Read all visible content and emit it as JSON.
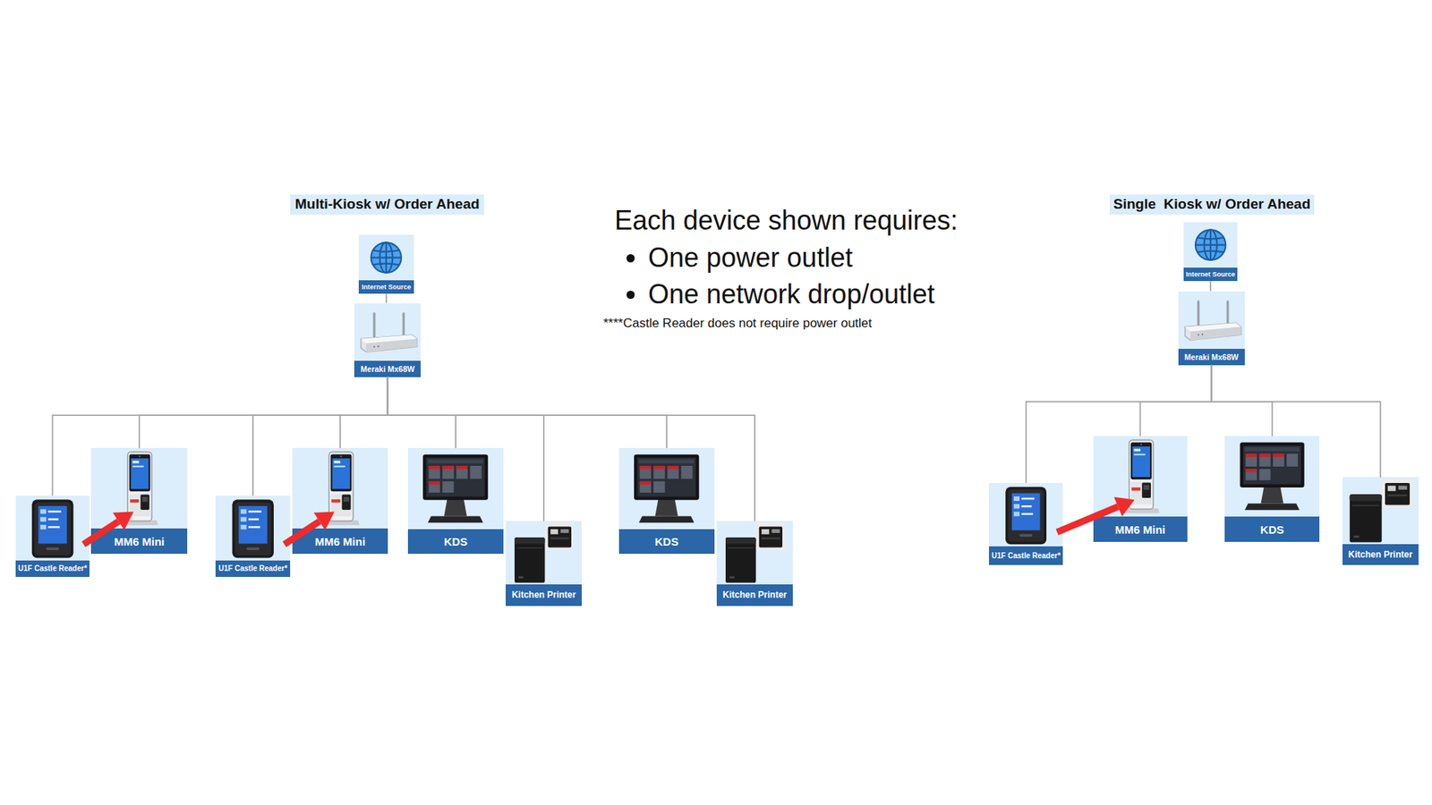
{
  "diagram": {
    "nodes": [
      {
        "text": [
          "Multi-Kiosk w/ Order Ahead"
        ]
      },
      {
        "text": [
          "Internet Source"
        ]
      },
      {
        "text": [
          "Meraki Mx68W"
        ]
      },
      {
        "text": [
          "U1F Castle Reader*"
        ]
      },
      {
        "text": [
          "MM6 Mini"
        ]
      },
      {
        "text": [
          "U1F Castle Reader*"
        ]
      },
      {
        "text": [
          "MM6 Mini"
        ]
      },
      {
        "text": [
          "KDS"
        ]
      },
      {
        "text": [
          "Kitchen Printer"
        ]
      },
      {
        "text": [
          "KDS"
        ]
      },
      {
        "text": [
          "Kitchen Printer"
        ]
      },
      {
        "text": [
          "Single  Kiosk w/ Order Ahead"
        ]
      },
      {
        "text": [
          "Internet Source"
        ]
      },
      {
        "text": [
          "Meraki Mx68W"
        ]
      },
      {
        "text": [
          "U1F Castle Reader*"
        ]
      },
      {
        "text": [
          "MM6 Mini"
        ]
      },
      {
        "text": [
          "KDS"
        ]
      },
      {
        "text": [
          "Kitchen Printer"
        ]
      }
    ],
    "edges": [
      {
        "from": 1,
        "to": 2,
        "arrow": "none"
      },
      {
        "from": 2,
        "to": 3,
        "arrow": "none"
      },
      {
        "from": 2,
        "to": 4,
        "arrow": "none"
      },
      {
        "from": 2,
        "to": 5,
        "arrow": "none"
      },
      {
        "from": 2,
        "to": 6,
        "arrow": "none"
      },
      {
        "from": 2,
        "to": 7,
        "arrow": "none"
      },
      {
        "from": 2,
        "to": 8,
        "arrow": "none"
      },
      {
        "from": 2,
        "to": 9,
        "arrow": "none"
      },
      {
        "from": 2,
        "to": 10,
        "arrow": "none"
      },
      {
        "from": 3,
        "to": 4,
        "arrow": "to"
      },
      {
        "from": 5,
        "to": 6,
        "arrow": "to"
      },
      {
        "from": 12,
        "to": 13,
        "arrow": "none"
      },
      {
        "from": 13,
        "to": 14,
        "arrow": "none"
      },
      {
        "from": 13,
        "to": 15,
        "arrow": "none"
      },
      {
        "from": 13,
        "to": 16,
        "arrow": "none"
      },
      {
        "from": 13,
        "to": 17,
        "arrow": "none"
      },
      {
        "from": 14,
        "to": 15,
        "arrow": "to"
      }
    ],
    "labels": [
      "Each device shown requires:",
      "One power outlet",
      "One network drop/outlet",
      "****Castle Reader does not require power outlet"
    ]
  }
}
